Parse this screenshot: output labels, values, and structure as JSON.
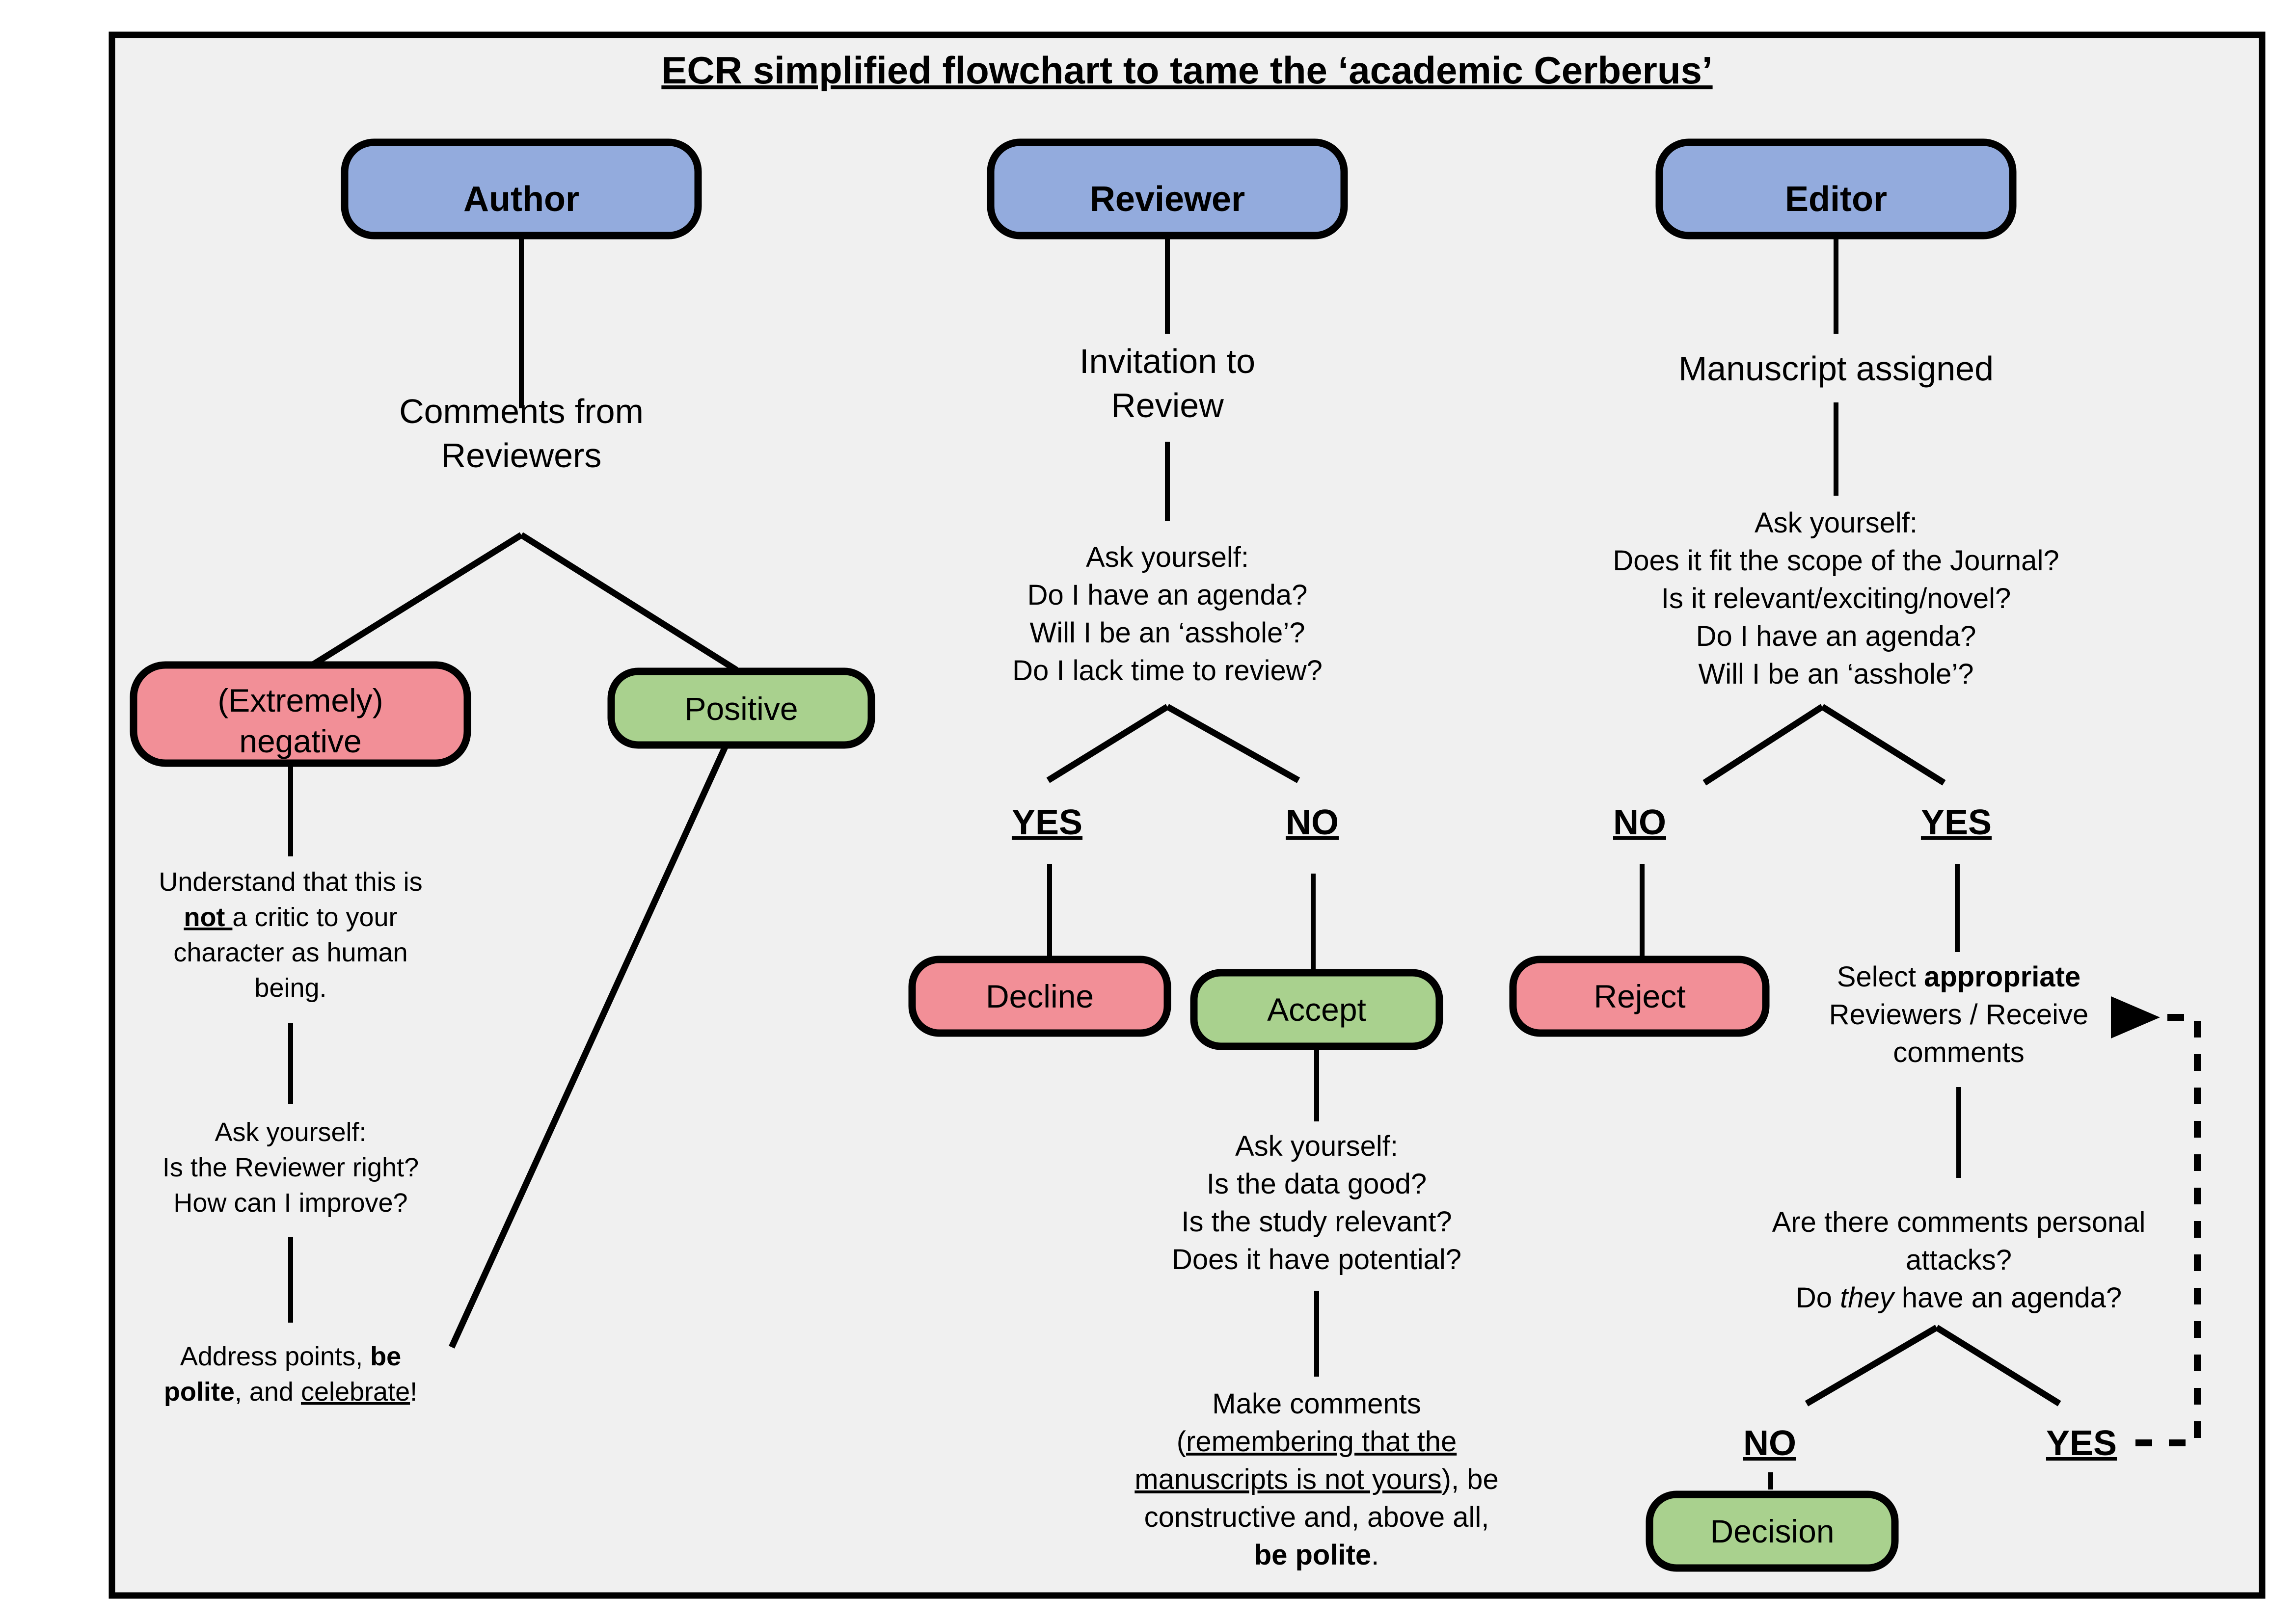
{
  "page": {
    "title": "ECR simplified flowchart to tame the ‘academic Cerberus’",
    "background": "#f0f0f0",
    "border_color": "#000000"
  },
  "palette": {
    "role_box": "#93abdd",
    "negative_box": "#f28f97",
    "positive_box": "#a9d18e",
    "line": "#000000"
  },
  "columns": {
    "author": {
      "header": "Author",
      "step_comments": {
        "line1": "Comments from",
        "line2": "Reviewers"
      },
      "negative_node": {
        "line1": "(Extremely)",
        "line2": "negative"
      },
      "positive_node": "Positive",
      "understand": {
        "line1": "Understand that this is",
        "line2_bold_underline": "not ",
        "line2_rest": "a critic to your",
        "line3": "character as human",
        "line4": "being."
      },
      "ask_yourself": {
        "line1": "Ask yourself:",
        "line2": "Is the Reviewer right?",
        "line3": "How can I improve?"
      },
      "address": {
        "line1_plain": "Address points, ",
        "line1_bold": "be",
        "line2_bold": "polite",
        "line2_plain": ", and ",
        "line2_underline": "celebrate",
        "line2_tail": "!"
      }
    },
    "reviewer": {
      "header": "Reviewer",
      "invitation": {
        "line1": "Invitation to",
        "line2": "Review"
      },
      "ask_yourself": {
        "line1": "Ask yourself:",
        "line2": "Do I have an agenda?",
        "line3": "Will I be an ‘asshole’?",
        "line4": "Do I lack time to review?"
      },
      "branch_yes": "YES",
      "branch_no": "NO",
      "decline_node": "Decline",
      "accept_node": "Accept",
      "ask_quality": {
        "line1": "Ask yourself:",
        "line2": "Is the data good?",
        "line3": "Is the study relevant?",
        "line4": "Does it have potential?"
      },
      "make_comments": {
        "line1": "Make comments",
        "line2_open": "(",
        "line2_underline": "remembering that the",
        "line3_underline": "manuscripts is not yours",
        "line3_close": "), be",
        "line4": "constructive and, above all,",
        "line5_bold": "be polite",
        "line5_tail": "."
      }
    },
    "editor": {
      "header": "Editor",
      "assigned": "Manuscript assigned",
      "ask_yourself": {
        "line1": "Ask yourself:",
        "line2": "Does it fit the scope of the Journal?",
        "line3": "Is it relevant/exciting/novel?",
        "line4": "Do I have an agenda?",
        "line5": "Will I be an ‘asshole’?"
      },
      "branch_no": "NO",
      "branch_yes": "YES",
      "reject_node": "Reject",
      "select_reviewers": {
        "line1_plain": "Select ",
        "line1_bold": "appropriate",
        "line2": "Reviewers / Receive",
        "line3": "comments"
      },
      "personal_attacks": {
        "line1": "Are there comments personal",
        "line2": "attacks?",
        "line3_pre": "Do ",
        "line3_italic": "they",
        "line3_post": " have an agenda?"
      },
      "branch2_no": "NO",
      "branch2_yes": "YES",
      "decision_node": "Decision"
    }
  }
}
